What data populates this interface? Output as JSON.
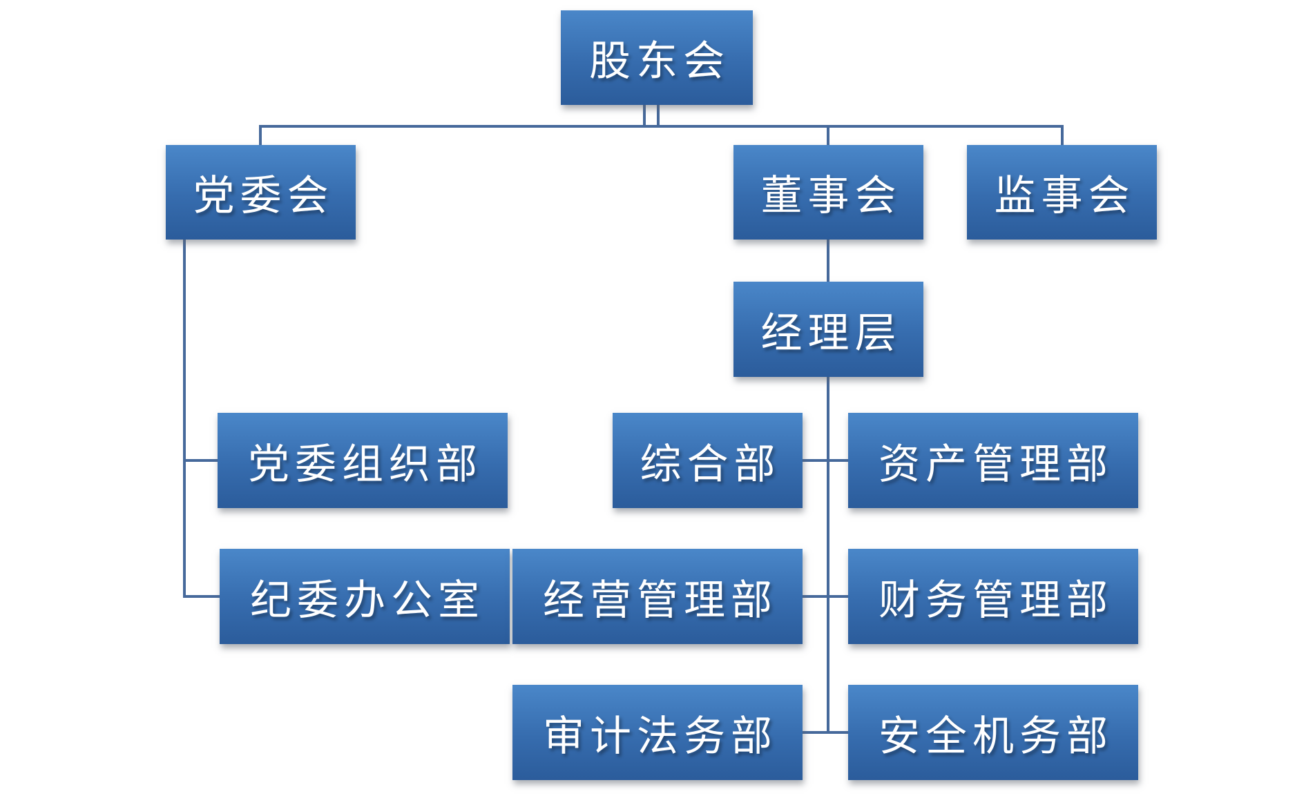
{
  "diagram": {
    "type": "org-chart",
    "language": "zh-CN",
    "nodes": [
      {
        "id": "shareholders-meeting",
        "label": "股东会",
        "parent": null,
        "level": 1
      },
      {
        "id": "party-committee",
        "label": "党委会",
        "parent": "shareholders-meeting",
        "level": 2
      },
      {
        "id": "board-of-directors",
        "label": "董事会",
        "parent": "shareholders-meeting",
        "level": 2
      },
      {
        "id": "supervisory-board",
        "label": "监事会",
        "parent": "shareholders-meeting",
        "level": 2
      },
      {
        "id": "management-level",
        "label": "经理层",
        "parent": "board-of-directors",
        "level": 3
      },
      {
        "id": "party-organization-dept",
        "label": "党委组织部",
        "parent": "party-committee",
        "level": 4
      },
      {
        "id": "general-dept",
        "label": "综合部",
        "parent": "management-level",
        "level": 4
      },
      {
        "id": "asset-management-dept",
        "label": "资产管理部",
        "parent": "management-level",
        "level": 4
      },
      {
        "id": "discipline-committee-office",
        "label": "纪委办公室",
        "parent": "party-committee",
        "level": 4
      },
      {
        "id": "operation-management-dept",
        "label": "经营管理部",
        "parent": "management-level",
        "level": 4
      },
      {
        "id": "finance-management-dept",
        "label": "财务管理部",
        "parent": "management-level",
        "level": 4
      },
      {
        "id": "audit-legal-dept",
        "label": "审计法务部",
        "parent": "management-level",
        "level": 4
      },
      {
        "id": "safety-aircraft-dept",
        "label": "安全机务部",
        "parent": "management-level",
        "level": 4
      }
    ],
    "colors": {
      "box_gradient_top": "#4a87c9",
      "box_gradient_bottom": "#2b5c9b",
      "connector": "#46699b",
      "text": "#ffffff",
      "background": "#ffffff"
    }
  }
}
